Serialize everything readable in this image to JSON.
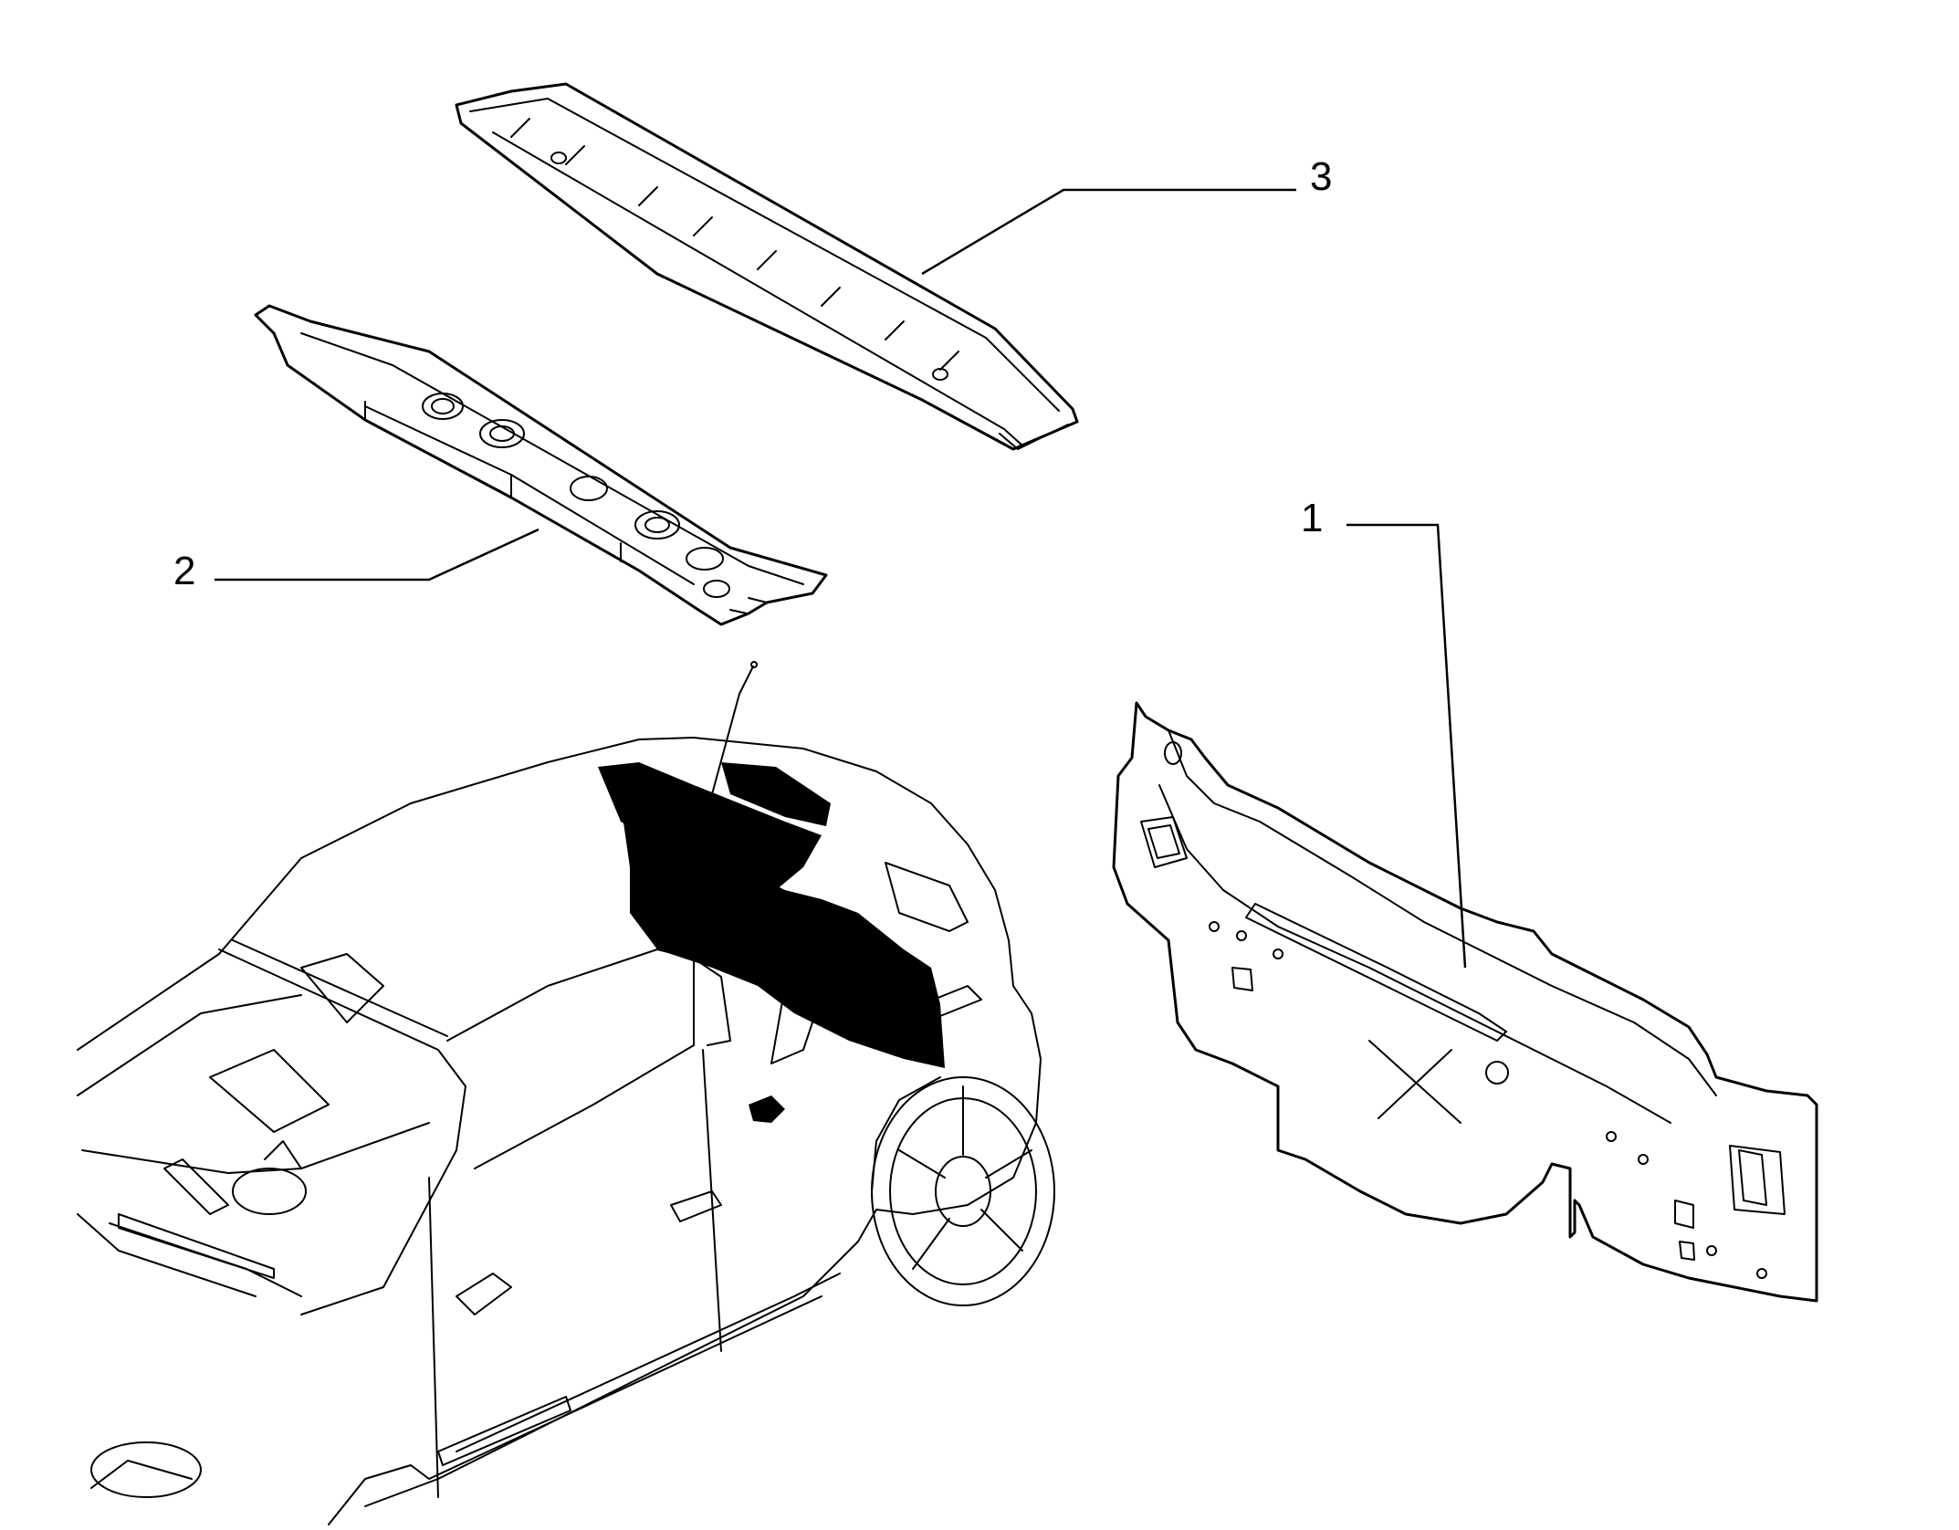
{
  "callouts": [
    {
      "id": "1",
      "label": "1"
    },
    {
      "id": "2",
      "label": "2"
    },
    {
      "id": "3",
      "label": "3"
    }
  ],
  "colors": {
    "line": "#000000",
    "background": "#ffffff",
    "highlight": "#000000"
  },
  "icons": {
    "car_badge": "scorpion-badge-icon",
    "side_decal": "side-stripe-decal"
  }
}
